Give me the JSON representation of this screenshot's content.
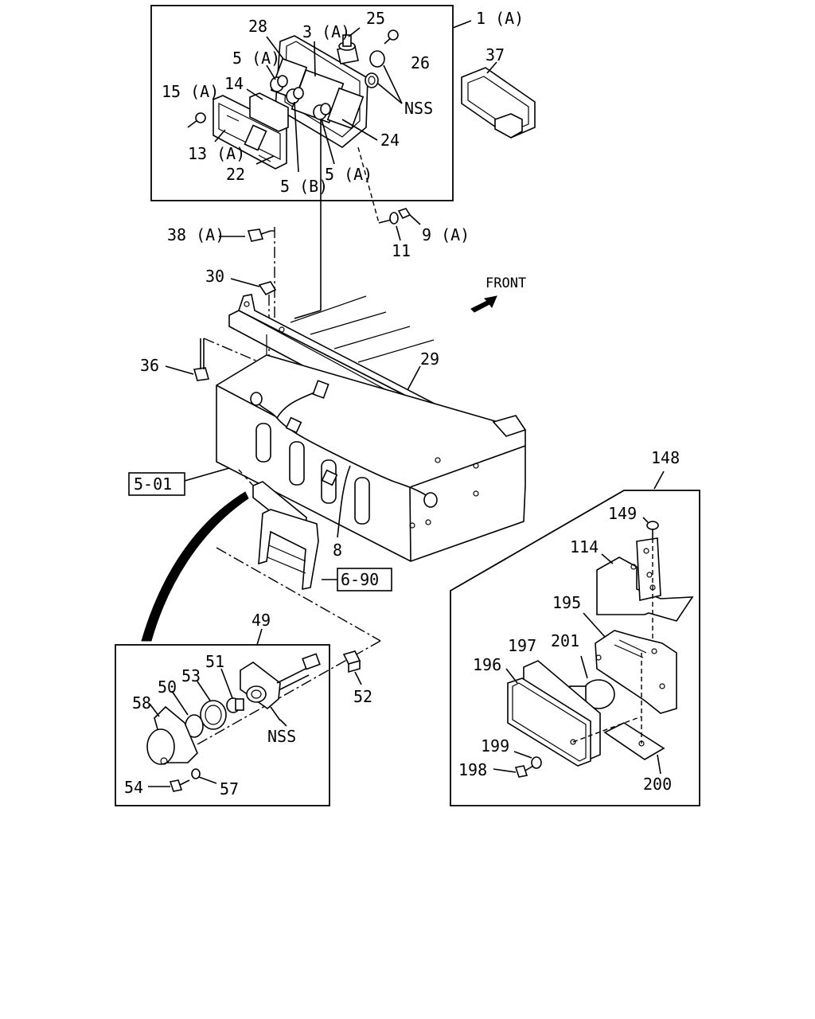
{
  "labels": {
    "p1a": "1 (A)",
    "p3a": "3 (A)",
    "p25": "25",
    "p28": "28",
    "p26": "26",
    "p5a_top": "5 (A)",
    "p14": "14",
    "p15a": "15 (A)",
    "p13a": "13 (A)",
    "p22": "22",
    "p5b": "5 (B)",
    "p5a_mid": "5 (A)",
    "p24": "24",
    "nss_top": "NSS",
    "p37": "37",
    "p38a": "38 (A)",
    "p11": "11",
    "p9a": "9 (A)",
    "p30": "30",
    "front": "FRONT",
    "p36": "36",
    "p29": "29",
    "ref_501": "5-01",
    "p8": "8",
    "ref_690": "6-90",
    "p148": "148",
    "p149": "149",
    "p114": "114",
    "p195": "195",
    "p197": "197",
    "p201": "201",
    "p196": "196",
    "p199": "199",
    "p198": "198",
    "p200": "200",
    "p49": "49",
    "p51": "51",
    "p53": "53",
    "p50": "50",
    "p58": "58",
    "p52": "52",
    "nss_bottom": "NSS",
    "p54": "54",
    "p57": "57"
  },
  "icons": {
    "front_arrow": "front-direction-arrow"
  }
}
